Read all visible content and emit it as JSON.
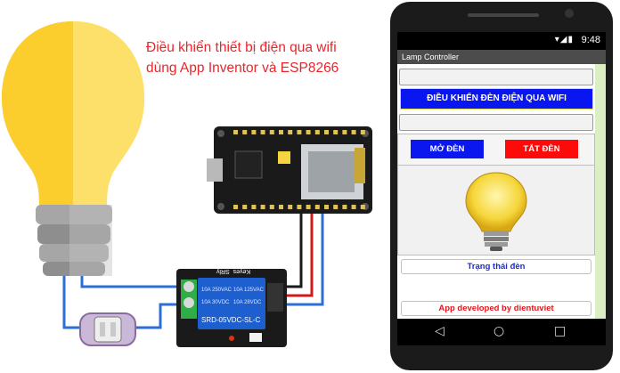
{
  "headline": {
    "line1": "Điều khiển thiết bị điện qua wifi",
    "line2": "dùng App Inventor và ESP8266"
  },
  "relay_module": {
    "brand": "Keyes_SRly",
    "rating1": "10A 250VAC",
    "rating2": "10A 125VAC",
    "rating3": "10A 30VDC",
    "rating4": "10A 28VDC",
    "model": "SRD-05VDC-SL-C"
  },
  "phone": {
    "status_time": "9:48",
    "status_icons": "wifi-icon signal-icon battery-icon",
    "app_title": "Lamp Controller",
    "header_button": "ĐIỀU KHIỂN ĐÈN ĐIỆN QUA WIFI",
    "on_button": "MỞ ĐÈN",
    "off_button": "TẮT ĐÈN",
    "status_label": "Trạng thái đèn",
    "developer_label": "App developed by dientuviet",
    "nav": {
      "back": "◁",
      "home": "○",
      "recents": "□"
    }
  },
  "colors": {
    "headline": "#e8262b",
    "bulb_yellow": "#fbd23a",
    "relay_blue": "#1d5fcf",
    "board_black": "#1a1a1a",
    "wire_blue": "#2b6fd6",
    "wire_red": "#d11919",
    "on_button": "#0b17ef",
    "off_button": "#ff0a0a"
  }
}
